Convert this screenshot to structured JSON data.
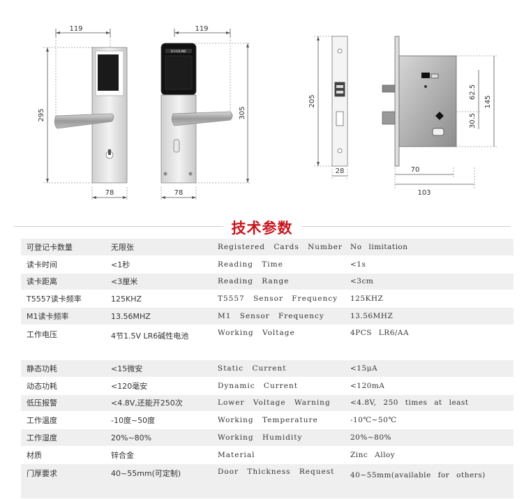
{
  "drawings": {
    "front_width_1": "119",
    "front_width_2": "119",
    "height_left": "295",
    "height_right": "305",
    "bottom_width_1": "78",
    "bottom_width_2": "78",
    "mortise_height": "205",
    "faceplate_width": "28",
    "backset": "70",
    "case_width": "103",
    "dim_625": "62.5",
    "dim_145": "145",
    "dim_305b": "30.5",
    "brand": "D-HOLINE"
  },
  "section_title": "技术参数",
  "spec_rows": [
    {
      "cn_label": "可登记卡数量",
      "cn_value": "无限张",
      "en_label": "Registered Cards Number",
      "en_value": "No limitation"
    },
    {
      "cn_label": "读卡时间",
      "cn_value": "<1秒",
      "en_label": "Reading Time",
      "en_value": "<1s"
    },
    {
      "cn_label": "读卡距离",
      "cn_value": "<3厘米",
      "en_label": "Reading Range",
      "en_value": "<3cm"
    },
    {
      "cn_label": "T5557读卡频率",
      "cn_value": "125KHZ",
      "en_label": "T5557 Sensor Frequency",
      "en_value": "125KHZ"
    },
    {
      "cn_label": "M1读卡频率",
      "cn_value": "13.56MHZ",
      "en_label": "M1 Sensor Frequency",
      "en_value": "13.56MHZ"
    },
    {
      "cn_label": "工作电压",
      "cn_value": "4节1.5V LR6碱性电池",
      "en_label": "Working Voltage",
      "en_value": "4PCS LR6/AA"
    },
    {
      "cn_label": "静态功耗",
      "cn_value": "<15微安",
      "en_label": "Static Current",
      "en_value": "<15μA"
    },
    {
      "cn_label": "动态功耗",
      "cn_value": "<120毫安",
      "en_label": "Dynamic Current",
      "en_value": "<120mA"
    },
    {
      "cn_label": "低压报警",
      "cn_value": "<4.8V,还能开250次",
      "en_label": "Lower Voltage Warning",
      "en_value": "<4.8V, 250 times at least"
    },
    {
      "cn_label": "工作温度",
      "cn_value": "-10度~50度",
      "en_label": "Working Temperature",
      "en_value": "-10℃~50℃"
    },
    {
      "cn_label": "工作湿度",
      "cn_value": "20%~80%",
      "en_label": "Working Humidity",
      "en_value": "20%~80%"
    },
    {
      "cn_label": "材质",
      "cn_value": "锌合金",
      "en_label": "Material",
      "en_value": "Zinc Alloy"
    },
    {
      "cn_label": "门厚要求",
      "cn_value": "40~55mm(可定制)",
      "en_label": "Door Thickness Request",
      "en_value": "40~55mm(available for others)"
    }
  ]
}
